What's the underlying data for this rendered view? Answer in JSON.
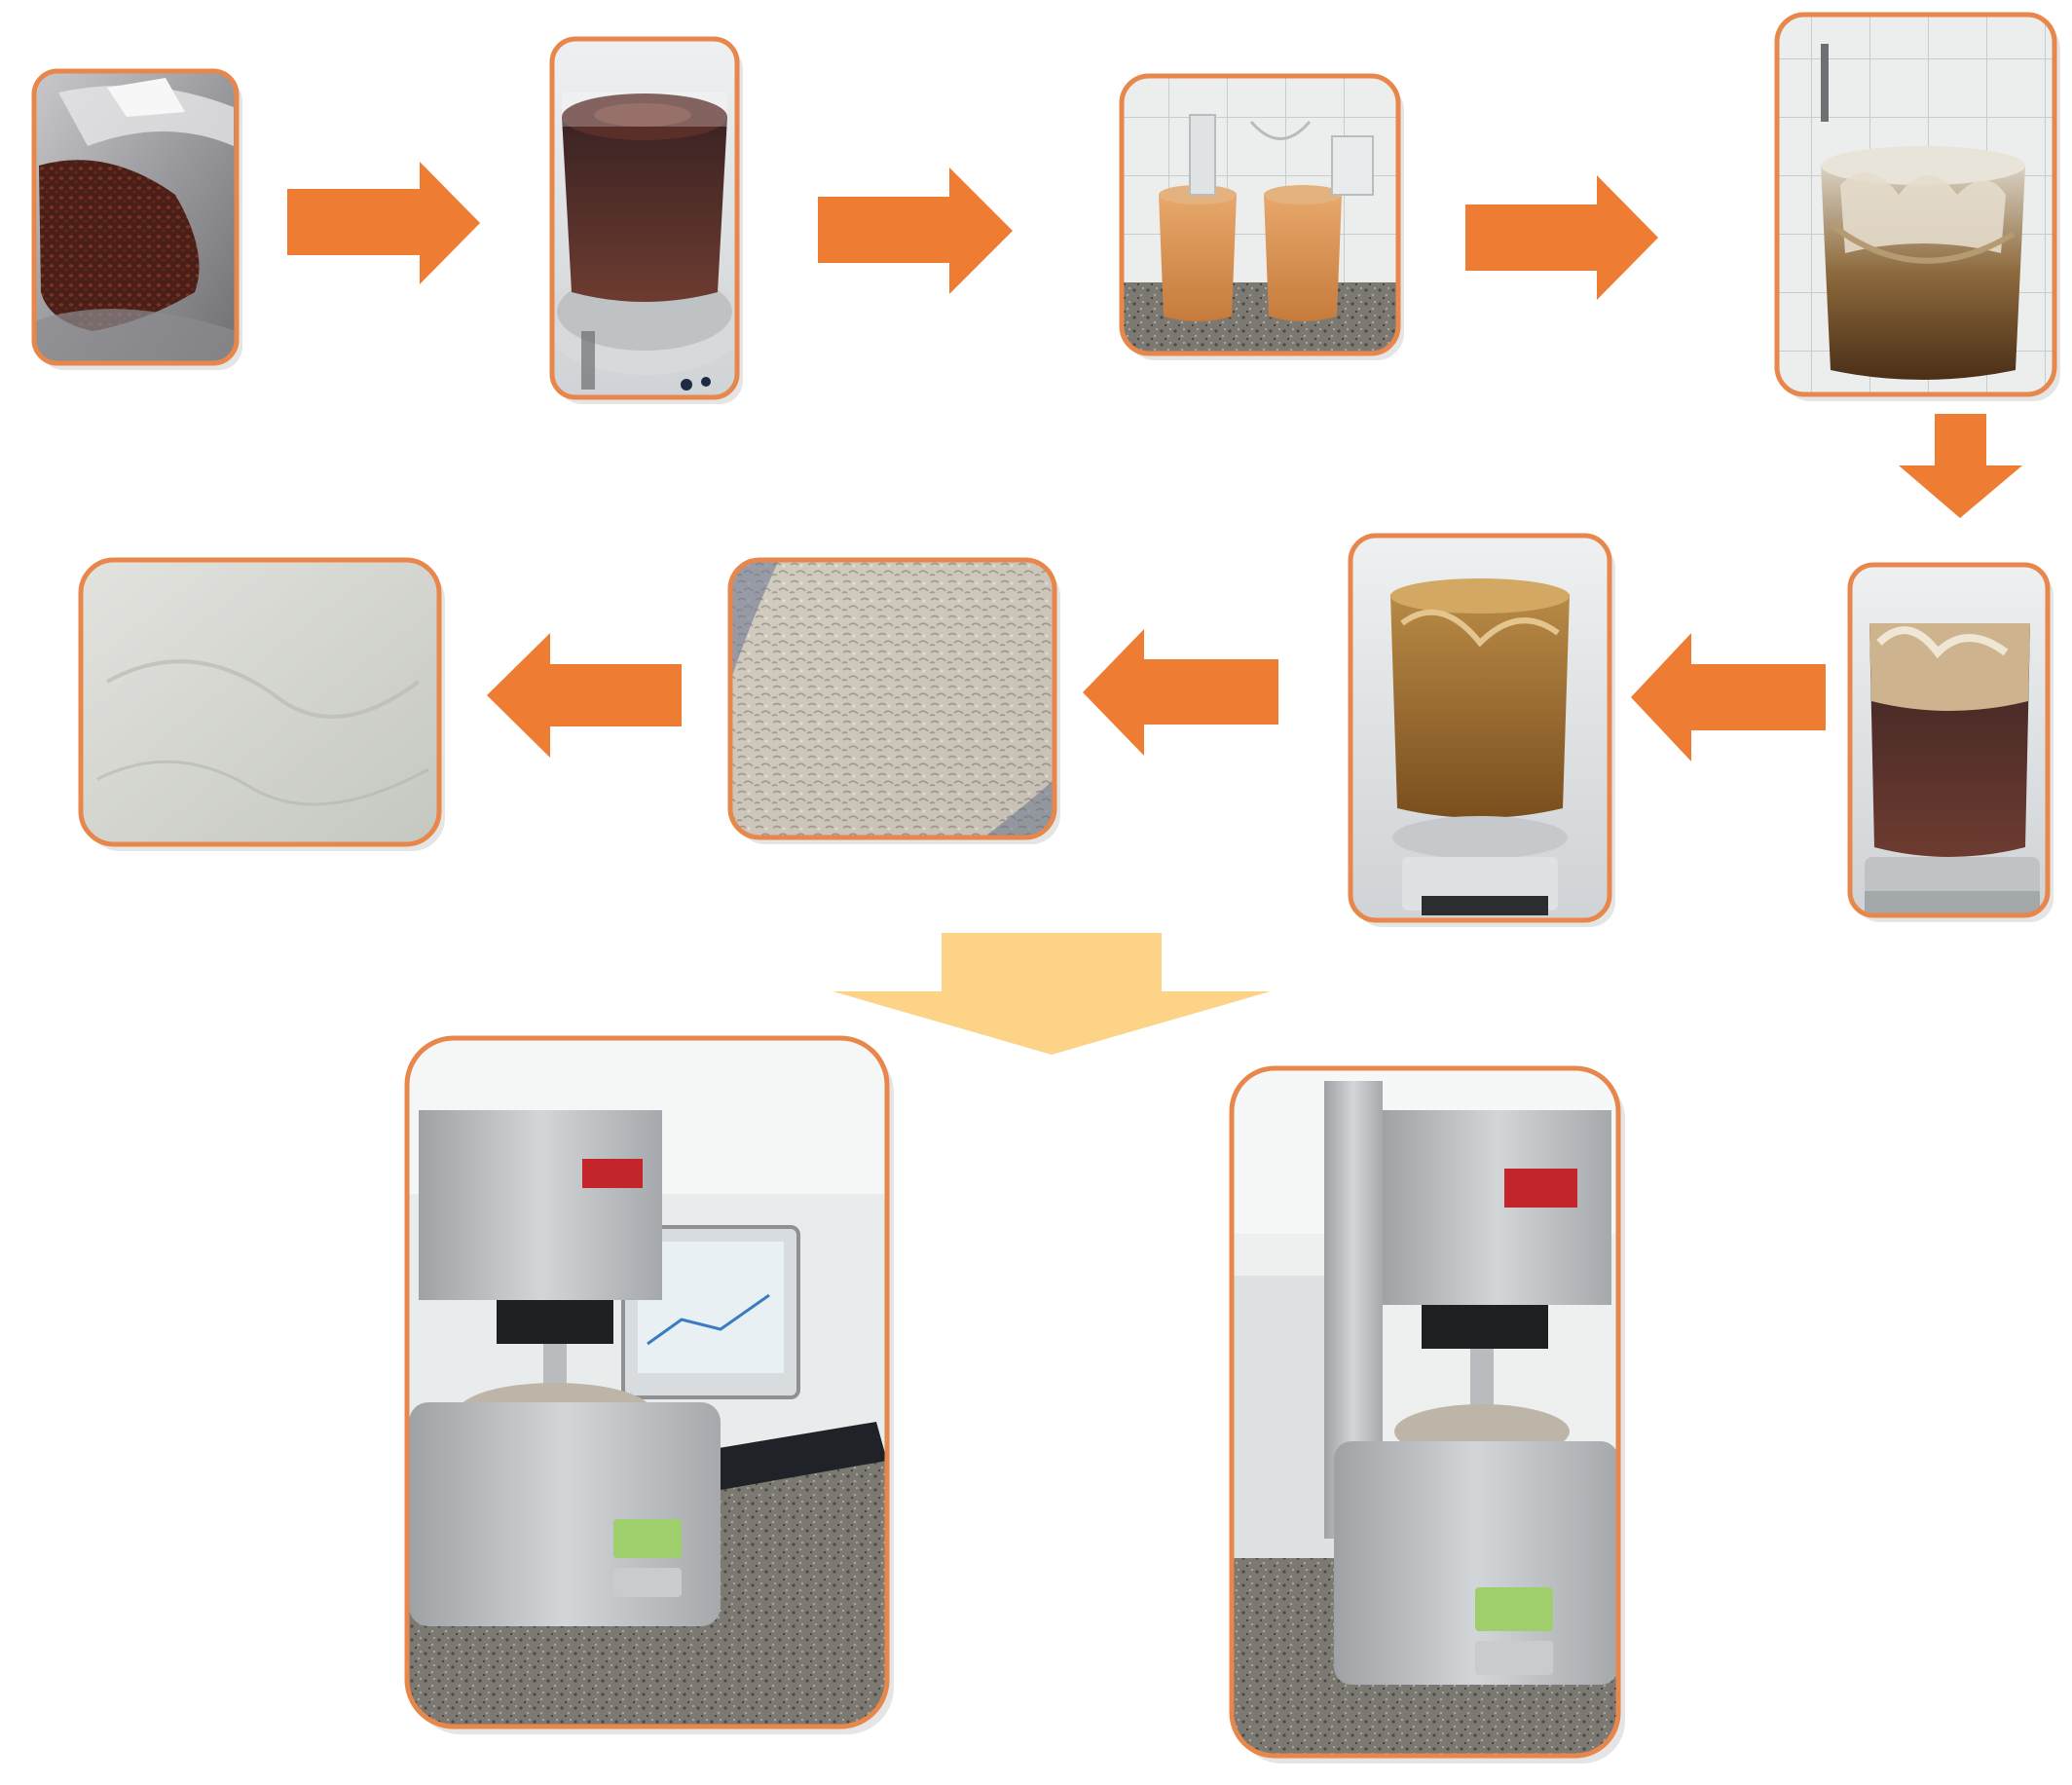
{
  "colors": {
    "frame_border": "#e8874b",
    "process_arrow": "#ee7d33",
    "result_arrow": "#fdd487",
    "background": "#ffffff"
  },
  "steps": [
    {
      "id": "step-1",
      "icon": "seeds-in-bag-photo"
    },
    {
      "id": "step-2",
      "icon": "dark-liquid-beaker-on-stirrer-photo"
    },
    {
      "id": "step-3",
      "icon": "two-beakers-orange-suspension-photo"
    },
    {
      "id": "step-4",
      "icon": "beaker-with-gel-precipitate-photo"
    },
    {
      "id": "step-5",
      "icon": "beaker-gel-on-hotplate-photo"
    },
    {
      "id": "step-6",
      "icon": "beaker-amber-gel-on-stirrer-photo"
    },
    {
      "id": "step-7",
      "icon": "dried-flakes-photo"
    },
    {
      "id": "step-8",
      "icon": "fine-white-powder-photo"
    }
  ],
  "instruments": [
    {
      "id": "rheometer-with-computer",
      "icon": "rheometer-photo"
    },
    {
      "id": "rheometer-side-view",
      "icon": "rheometer-photo"
    }
  ],
  "arrows": [
    {
      "from": "step-1",
      "to": "step-2",
      "icon": "arrow-right-icon"
    },
    {
      "from": "step-2",
      "to": "step-3",
      "icon": "arrow-right-icon"
    },
    {
      "from": "step-3",
      "to": "step-4",
      "icon": "arrow-right-icon"
    },
    {
      "from": "step-4",
      "to": "step-5",
      "icon": "arrow-down-icon"
    },
    {
      "from": "step-5",
      "to": "step-6",
      "icon": "arrow-left-icon"
    },
    {
      "from": "step-6",
      "to": "step-7",
      "icon": "arrow-left-icon"
    },
    {
      "from": "step-7",
      "to": "step-8",
      "icon": "arrow-left-icon"
    },
    {
      "from": "step-8",
      "to": "instruments",
      "icon": "wide-down-arrow-icon"
    }
  ]
}
